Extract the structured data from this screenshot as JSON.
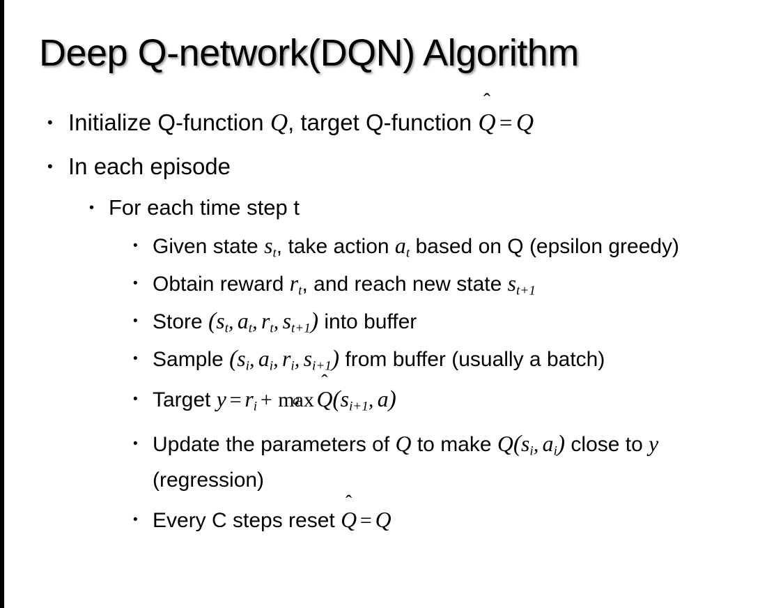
{
  "slide": {
    "title": "Deep Q-network(DQN) Algorithm",
    "background_color": "#ffffff",
    "text_color": "#000000",
    "edge_bar_color": "#000000",
    "bullet_glyph": "•"
  },
  "content": {
    "b1": {
      "level": 1,
      "pre": "Initialize Q-function ",
      "m1": "Q",
      "mid": ", target Q-function ",
      "qhat": "Q",
      "hat": "̂",
      "eq": "=",
      "m2": "Q"
    },
    "b2": {
      "level": 1,
      "text": "In each episode"
    },
    "b3": {
      "level": 2,
      "text": "For each time step t"
    },
    "b4": {
      "level": 3,
      "pre": "Given state ",
      "s": "s",
      "s_sub": "t",
      "mid": ", take action ",
      "a": "a",
      "a_sub": "t",
      "post": " based on Q (epsilon greedy)"
    },
    "b5": {
      "level": 3,
      "pre": "Obtain reward ",
      "r": "r",
      "r_sub": "t",
      "mid": ", and reach new state ",
      "s": "s",
      "s_sub": "t+1"
    },
    "b6": {
      "level": 3,
      "pre": "Store ",
      "open": "(",
      "s1": "s",
      "s1_sub": "t",
      "a1": "a",
      "a1_sub": "t",
      "r1": "r",
      "r1_sub": "t",
      "s2": "s",
      "s2_sub": "t+1",
      "close": ")",
      "post": " into buffer"
    },
    "b7": {
      "level": 3,
      "pre": "Sample ",
      "open": "(",
      "s1": "s",
      "s1_sub": "i",
      "a1": "a",
      "a1_sub": "i",
      "r1": "r",
      "r1_sub": "i",
      "s2": "s",
      "s2_sub": "i+1",
      "close": ")",
      "post": " from buffer (usually a batch)"
    },
    "b8": {
      "level": 3,
      "pre": "Target ",
      "y": "y",
      "eq": "=",
      "r": "r",
      "r_sub": "i",
      "plus": "+",
      "max": "max",
      "max_under": "a",
      "qhat": "Q",
      "hat": "̂",
      "open": "(",
      "s": "s",
      "s_sub": "i+1",
      "comma": ",",
      "a": "a",
      "close": ")"
    },
    "b9": {
      "level": 3,
      "pre": "Update the parameters of ",
      "q1": "Q",
      "mid": " to make ",
      "q2": "Q",
      "open": "(",
      "s": "s",
      "s_sub": "i",
      "comma": ",",
      "a": "a",
      "a_sub": "i",
      "close": ")",
      "post": " close to ",
      "y": "y",
      "tail": " (regression)"
    },
    "b10": {
      "level": 3,
      "pre": "Every C steps reset ",
      "qhat": "Q",
      "hat": "̂",
      "eq": "=",
      "q": "Q"
    }
  }
}
